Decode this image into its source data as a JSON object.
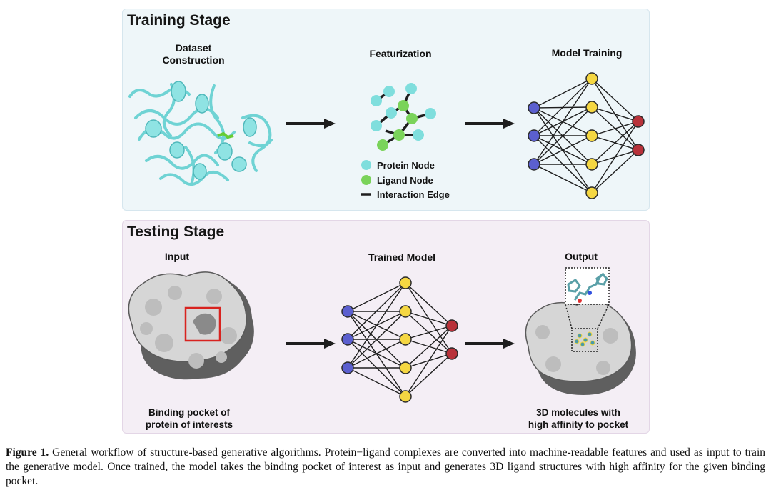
{
  "training": {
    "title": "Training Stage",
    "dataset_line1": "Dataset",
    "dataset_line2": "Construction",
    "featurization": "Featurization",
    "model_training": "Model Training",
    "legend": {
      "protein": "Protein Node",
      "ligand": "Ligand Node",
      "edge": "Interaction Edge"
    }
  },
  "testing": {
    "title": "Testing Stage",
    "input": "Input",
    "trained_model": "Trained Model",
    "output": "Output",
    "input_caption_line1": "Binding pocket of",
    "input_caption_line2": "protein of interests",
    "output_caption_line1": "3D molecules with",
    "output_caption_line2": "high affinity to pocket"
  },
  "caption": {
    "label": "Figure 1.",
    "text": " General workflow of structure-based generative algorithms. Protein−ligand complexes are converted into machine-readable features and used as input to train the generative model. Once trained, the model takes the binding pocket of interest as input and generates 3D ligand structures with high affinity for the given binding pocket."
  },
  "colors": {
    "protein_node": "#7fdedd",
    "ligand_node": "#7ad35a",
    "input_node": "#5b5fcf",
    "hidden_node": "#f5d742",
    "output_node": "#b8323a",
    "highlight_box": "#d8231f"
  }
}
